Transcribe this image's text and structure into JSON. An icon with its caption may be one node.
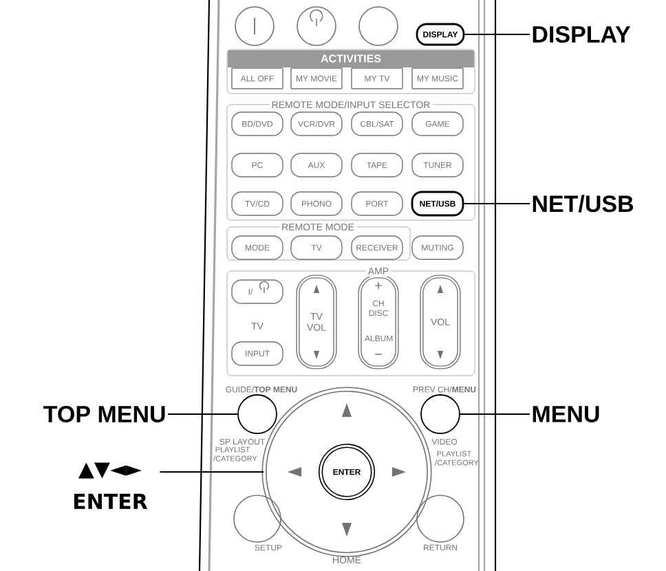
{
  "diagram": {
    "nodes": [
      {
        "text": [],
        "shape": "circle"
      },
      {
        "text": [],
        "shape": "circle"
      },
      {
        "text": [],
        "shape": "circle"
      },
      {
        "text": [
          "DISPLAY"
        ]
      },
      {
        "text": [
          "DISPLAY"
        ]
      },
      {
        "text": [
          "ALL OFF"
        ]
      },
      {
        "text": [
          "MY MOVIE"
        ]
      },
      {
        "text": [
          "MY TV"
        ]
      },
      {
        "text": [
          "MY MUSIC"
        ]
      },
      {
        "text": [
          "BD/DVD"
        ]
      },
      {
        "text": [
          "VCR/DVR"
        ]
      },
      {
        "text": [
          "CBL/SAT"
        ]
      },
      {
        "text": [
          "GAME"
        ]
      },
      {
        "text": [
          "PC"
        ]
      },
      {
        "text": [
          "AUX"
        ]
      },
      {
        "text": [
          "TAPE"
        ]
      },
      {
        "text": [
          "TUNER"
        ]
      },
      {
        "text": [
          "TV/CD"
        ]
      },
      {
        "text": [
          "PHONO"
        ]
      },
      {
        "text": [
          "PORT"
        ]
      },
      {
        "text": [
          "NET/USB"
        ]
      },
      {
        "text": [
          "NET/USB"
        ]
      },
      {
        "text": [
          "MODE"
        ]
      },
      {
        "text": [
          "TV"
        ]
      },
      {
        "text": [
          "RECEIVER"
        ]
      },
      {
        "text": [
          "MUTING"
        ]
      },
      {
        "text": [
          "I/"
        ]
      },
      {
        "text": [
          "TV VOL"
        ]
      },
      {
        "text": [
          "+",
          "CH DISC",
          "ALBUM",
          "−"
        ]
      },
      {
        "text": [
          "VOL"
        ]
      },
      {
        "text": [
          "INPUT"
        ]
      },
      {
        "text": [
          "TOP MENU"
        ]
      },
      {
        "text": [
          "GUIDE/**TOP MENU**"
        ],
        "beside": [
          "SP LAYOUT"
        ]
      },
      {
        "text": [
          "PREV CH/**MENU**"
        ],
        "beside": [
          "VIDEO"
        ]
      },
      {
        "text": [
          "MENU"
        ]
      },
      {
        "text": [
          "▲▼◄► ENTER"
        ]
      },
      {
        "text": [],
        "shape": "circle"
      },
      {
        "text": [
          "ENTER"
        ],
        "in": 36
      },
      {
        "text": [
          "SETUP"
        ]
      },
      {
        "text": [
          "RETURN"
        ]
      }
    ],
    "edges": [
      {
        "from": 4,
        "to": 3,
        "arrow": "none"
      },
      {
        "from": 21,
        "to": 20,
        "arrow": "none"
      },
      {
        "from": 31,
        "to": 32,
        "arrow": "none"
      },
      {
        "from": 34,
        "to": 33,
        "arrow": "none"
      },
      {
        "from": 35,
        "to": 36,
        "arrow": "none"
      }
    ],
    "labels": [
      "ACTIVITIES",
      "REMOTE MODE/INPUT SELECTOR",
      "REMOTE MODE",
      "AMP",
      "TV",
      "PLAYLIST /CATEGORY",
      "PLAYLIST /CATEGORY",
      "HOME"
    ]
  }
}
